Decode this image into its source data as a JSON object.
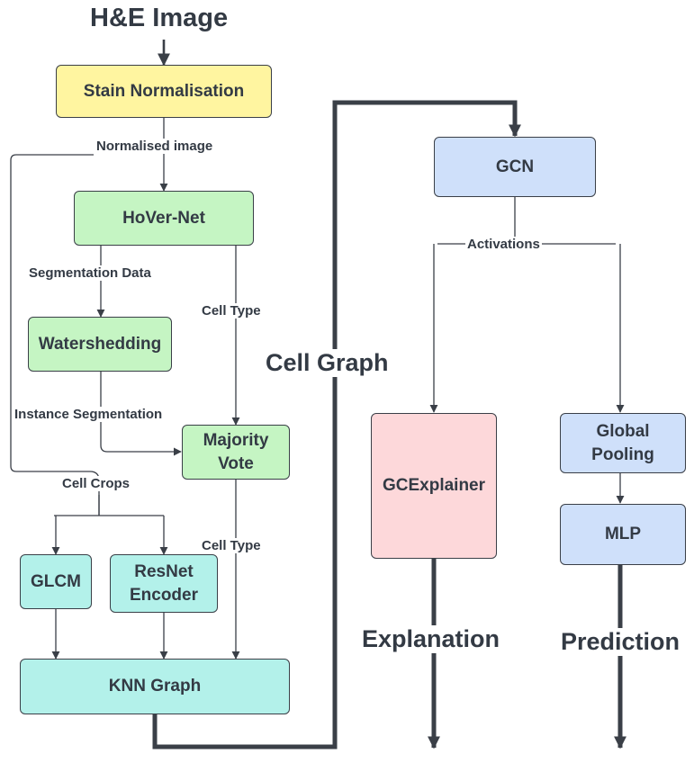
{
  "title": "H&E Image",
  "nodes": {
    "stain_normalisation": "Stain Normalisation",
    "hovernet": "HoVer-Net",
    "watershedding": "Watershedding",
    "majority_vote": "Majority Vote",
    "glcm": "GLCM",
    "resnet_encoder": "ResNet Encoder",
    "knn_graph": "KNN Graph",
    "gcn": "GCN",
    "gcexplainer": "GCExplainer",
    "global_pooling": "Global Pooling",
    "mlp": "MLP"
  },
  "edge_labels": {
    "normalised_image": "Normalised image",
    "segmentation_data": "Segmentation Data",
    "cell_type_1": "Cell Type",
    "instance_segmentation": "Instance Segmentation",
    "cell_crops": "Cell Crops",
    "cell_type_2": "Cell Type",
    "activations": "Activations"
  },
  "outputs": {
    "cell_graph": "Cell Graph",
    "explanation": "Explanation",
    "prediction": "Prediction"
  },
  "colors": {
    "line": "#3a3f47",
    "yellow": "#fff5a0",
    "green": "#c5f5c3",
    "teal": "#b3f1ea",
    "blue": "#cfe0fa",
    "pink": "#fdd8da"
  }
}
